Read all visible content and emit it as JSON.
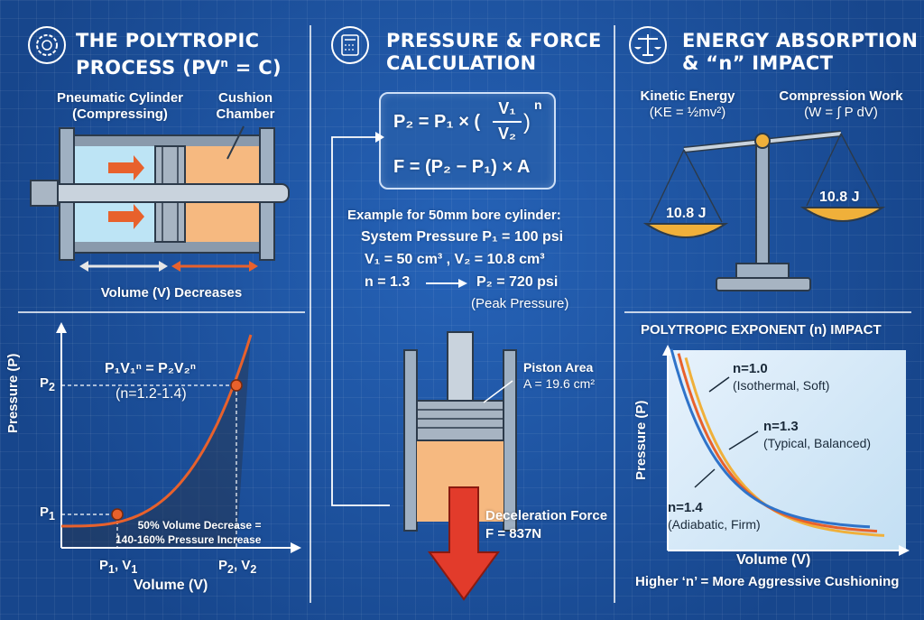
{
  "panel1": {
    "title_line1": "THE POLYTROPIC",
    "title_line2": "PROCESS (PV",
    "title_sup": "n",
    "title_tail": " = C)",
    "label_cylinder_1": "Pneumatic Cylinder",
    "label_cylinder_2": "(Compressing)",
    "label_cushion_1": "Cushion",
    "label_cushion_2": "Chamber",
    "volume_label": "Volume (V) Decreases"
  },
  "pv_chart": {
    "ylabel": "Pressure (P)",
    "xlabel": "Volume (V)",
    "y_tick_p2": "P",
    "y_tick_p2_sub": "2",
    "y_tick_p1": "P",
    "y_tick_p1_sub": "1",
    "x_tick_1": "P",
    "x_tick_1_sub": "1",
    "x_tick_1_tail": ", V",
    "x_tick_1_sub2": "1",
    "x_tick_2": "P",
    "x_tick_2_sub": "2",
    "x_tick_2_tail": ", V",
    "x_tick_2_sub2": "2",
    "eq_text": "P₁V₁ⁿ = P₂V₂ⁿ",
    "eq_range": "(n=1.2-1.4)",
    "note_line1": "50% Volume Decrease =",
    "note_line2": "140-160% Pressure Increase"
  },
  "panel2": {
    "title_line1": "PRESSURE & FORCE",
    "title_line2": "CALCULATION",
    "formula1_lhs": "P₂ = P₁ × (",
    "formula1_num": "V₁",
    "formula1_den": "V₂",
    "formula1_exp": "n",
    "formula2": "F = (P₂ − P₁) × A",
    "example_title": "Example for 50mm bore cylinder:",
    "example_line1": "System Pressure P₁ = 100 psi",
    "example_line2": "V₁ = 50 cm³ , V₂ = 10.8 cm³",
    "example_n": "n = 1.3",
    "example_result": "P₂ = 720 psi",
    "example_peak": "(Peak Pressure)",
    "piston_area_1": "Piston Area",
    "piston_area_2": "A = 19.6 cm²",
    "decel_1": "Deceleration Force",
    "decel_2": "F = 837N"
  },
  "panel3": {
    "title_line1": "ENERGY ABSORPTION",
    "title_line2": "& “n” IMPACT",
    "ke_1": "Kinetic Energy",
    "ke_2": "(KE = ½mv²)",
    "work_1": "Compression Work",
    "work_2": "(W = ∫ P dV)",
    "left_pan": "10.8 J",
    "right_pan": "10.8 J",
    "chart_title": "POLYTROPIC EXPONENT (n) IMPACT",
    "footer": "Higher ‘n’ = More Aggressive Cushioning"
  },
  "n_chart": {
    "ylabel": "Pressure (P)",
    "xlabel": "Volume (V)",
    "curves": [
      {
        "n": "n=1.0",
        "desc": "(Isothermal, Soft)",
        "color": "#f0b03a"
      },
      {
        "n": "n=1.3",
        "desc": "(Typical, Balanced)",
        "color": "#e8612c"
      },
      {
        "n": "n=1.4",
        "desc": "(Adiabatic, Firm)",
        "color": "#2f73c9"
      }
    ]
  },
  "colors": {
    "background": "#1a4f9c",
    "accent_orange": "#e8612c",
    "cushion_fill": "#f6b980",
    "down_arrow": "#e23b2b"
  }
}
